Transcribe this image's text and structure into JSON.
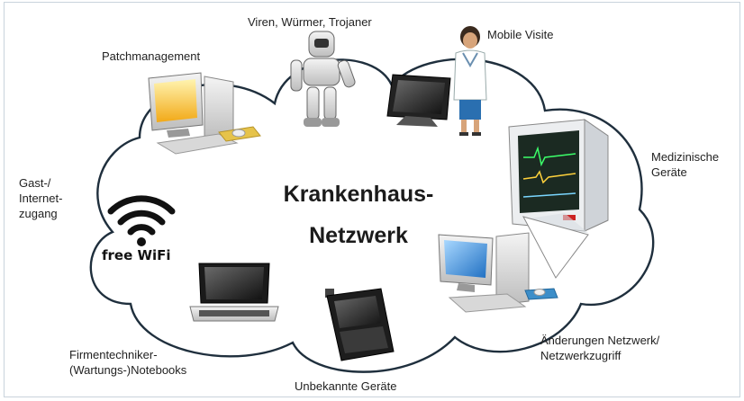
{
  "title": "Krankenhaus-\nNetzwerk",
  "labels": {
    "patch": "Patchmanagement",
    "viruses": "Viren, Würmer, Trojaner",
    "mobile": "Mobile Visite",
    "medical": "Medizinische\nGeräte",
    "guest": "Gast-/\nInternet-\nzugang",
    "changes": "Änderungen Netzwerk/\nNetzwerkzugriff",
    "unknown": "Unbekannte Geräte",
    "technician": "Firmentechniker-\n(Wartungs-)Notebooks"
  },
  "wifi_badge": "free WiFi",
  "icons": [
    "desktop-computer-icon",
    "robot-icon",
    "tablet-icon",
    "doctor-icon",
    "medical-monitor-icon",
    "wifi-icon",
    "laptop-icon",
    "smartphone-icon",
    "desktop-computer-icon"
  ],
  "colors": {
    "cloud_stroke": "#1f2f3d",
    "cloud_fill": "#ffffff",
    "screen_blue": "#2f7fd0",
    "screen_yellow": "#f2a917"
  }
}
